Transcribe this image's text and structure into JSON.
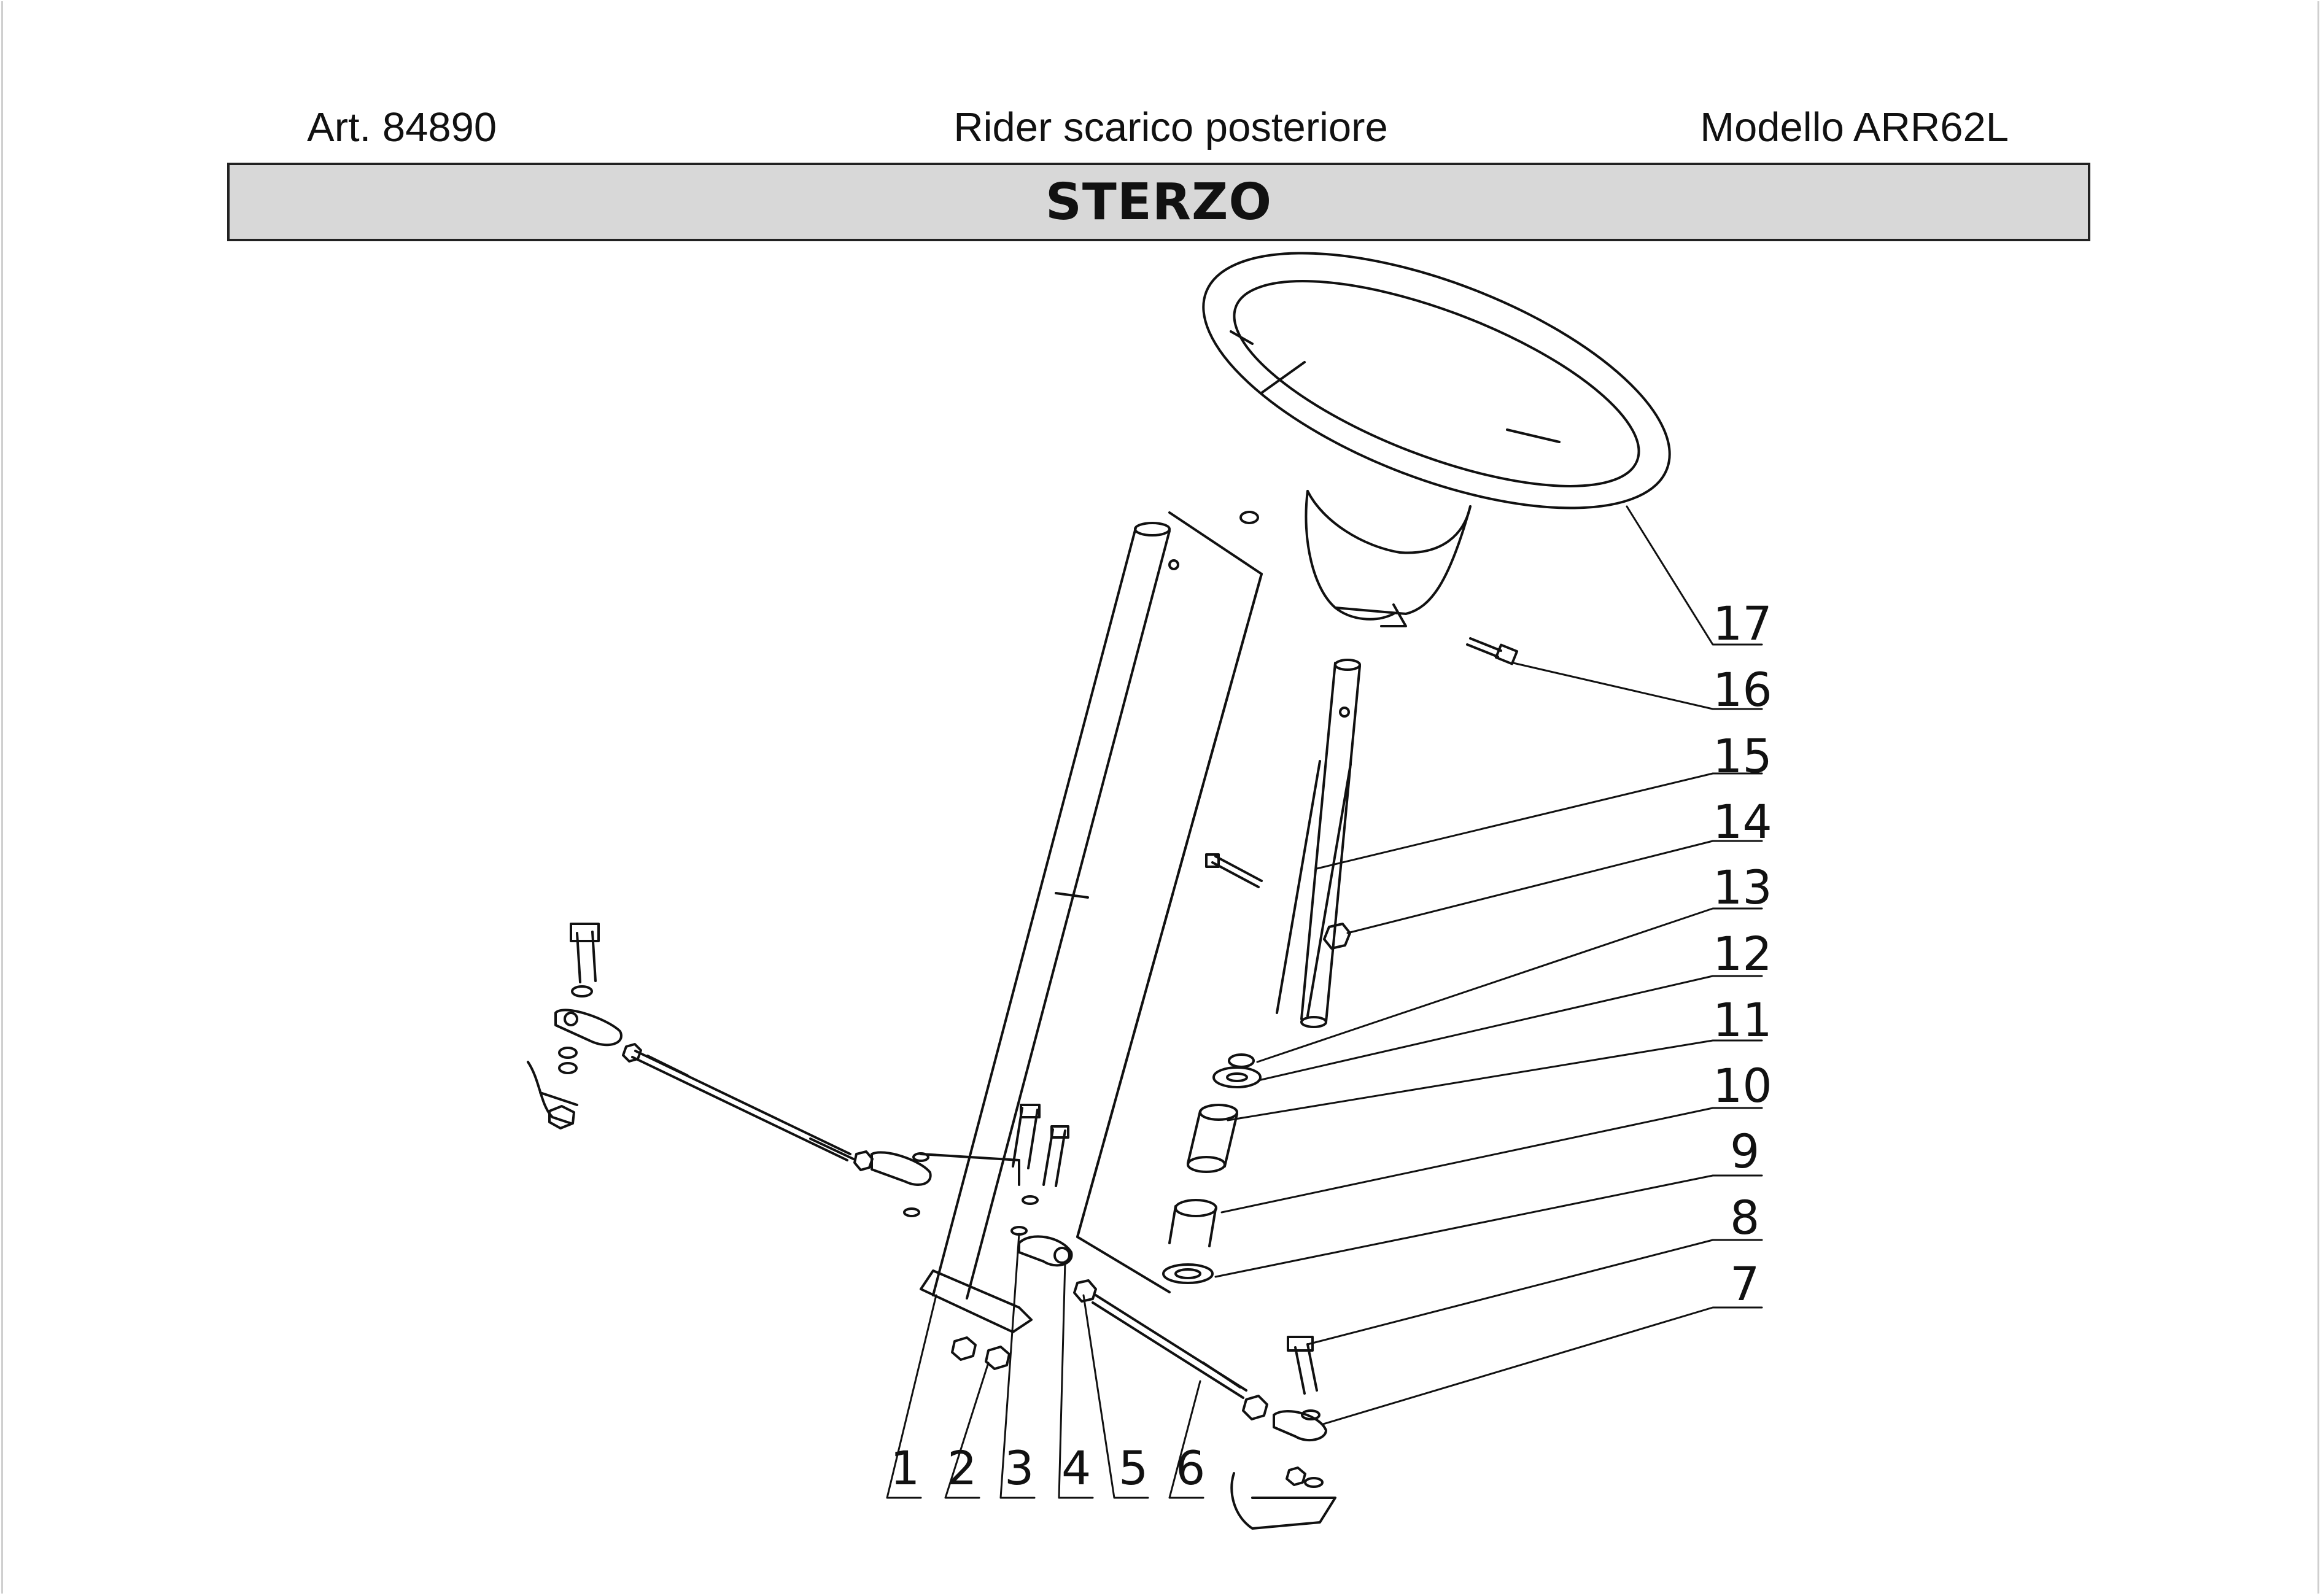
{
  "header": {
    "article": "Art. 84890",
    "product": "Rider scarico posteriore",
    "model": "Modello ARR62L"
  },
  "section_title": "STERZO",
  "diagram": {
    "callouts_right": [
      "17",
      "16",
      "15",
      "14",
      "13",
      "12",
      "11",
      "10",
      "9",
      "8",
      "7"
    ],
    "callouts_bottom": [
      "1",
      "2",
      "3",
      "4",
      "5",
      "6"
    ]
  }
}
